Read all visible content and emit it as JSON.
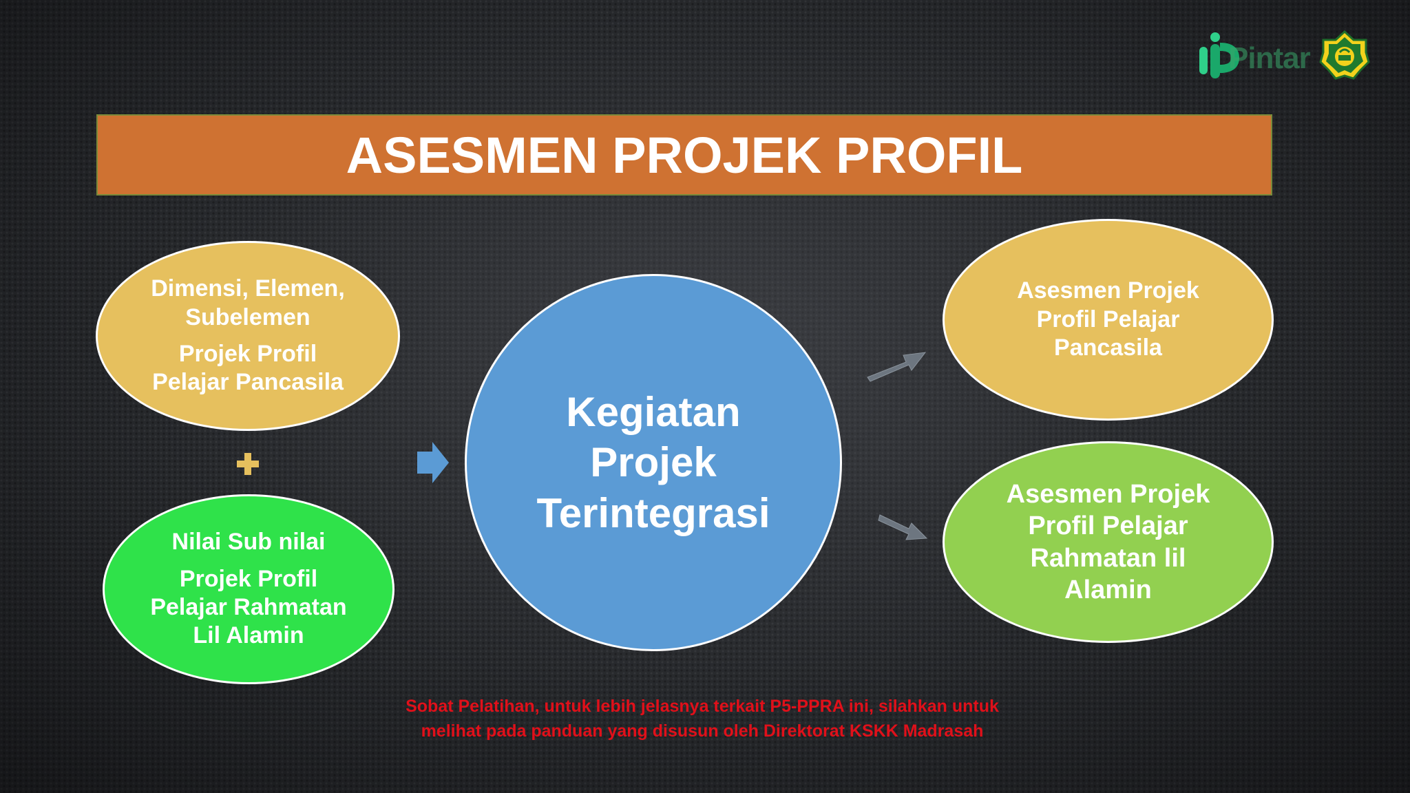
{
  "slide": {
    "title": "ASESMEN PROJEK PROFIL",
    "logos": {
      "pintar_wordmark": "Pintar",
      "pintar_icon": "pintar-logo-icon",
      "kemenag_icon": "kemenag-emblem-icon"
    },
    "left_top_ellipse": {
      "line1": "Dimensi, Elemen,",
      "line2": "Subelemen",
      "line3": "Projek Profil",
      "line4": "Pelajar Pancasila",
      "color": "#e6c05e"
    },
    "plus_symbol": "+",
    "left_bottom_ellipse": {
      "line1": "Nilai Sub nilai",
      "line2": "Projek Profil",
      "line3": "Pelajar Rahmatan",
      "line4": "Lil Alamin",
      "color": "#2fe24a"
    },
    "center_circle": {
      "line1": "Kegiatan",
      "line2": "Projek",
      "line3": "Terintegrasi",
      "color": "#5b9bd5"
    },
    "right_top_ellipse": {
      "line1": "Asesmen Projek",
      "line2": "Profil Pelajar",
      "line3": "Pancasila",
      "color": "#e6c05e"
    },
    "right_bottom_ellipse": {
      "line1": "Asesmen Projek",
      "line2": "Profil Pelajar",
      "line3": "Rahmatan lil",
      "line4": "Alamin",
      "color": "#92d050"
    },
    "footer": {
      "line1": "Sobat Pelatihan, untuk lebih jelasnya terkait P5-PPRA ini, silahkan untuk",
      "line2": "melihat pada panduan yang disusun oleh Direktorat KSKK Madrasah",
      "color": "#e0101a"
    },
    "title_bar_color": "#cf7232"
  }
}
